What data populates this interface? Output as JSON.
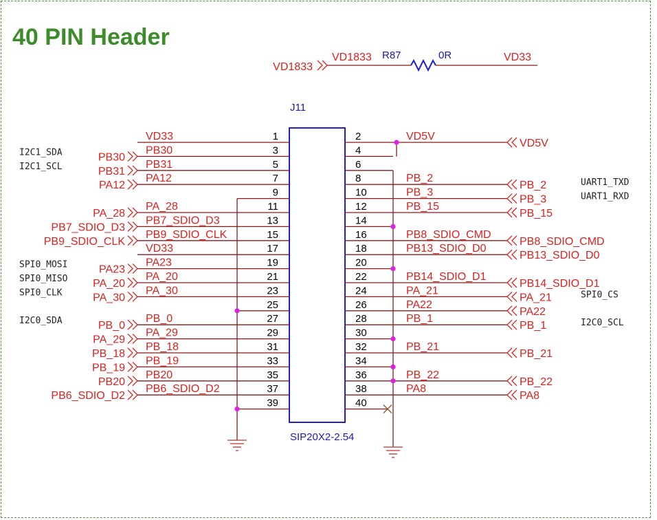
{
  "title": "40 PIN Header",
  "connector": {
    "ref": "J11",
    "part": "SIP20X2-2.54",
    "rows": [
      {
        "l_pin": "1",
        "l_net": "VD33",
        "l_port": "",
        "l_func": "",
        "r_pin": "2",
        "r_net": "VD5V",
        "r_port": "VD5V",
        "r_func": ""
      },
      {
        "l_pin": "3",
        "l_net": "PB30",
        "l_port": "PB30",
        "l_func": "I2C1_SDA",
        "r_pin": "4",
        "r_net": "",
        "r_port": "",
        "r_func": ""
      },
      {
        "l_pin": "5",
        "l_net": "PB31",
        "l_port": "PB31",
        "l_func": "I2C1_SCL",
        "r_pin": "6",
        "r_net": "",
        "r_port": "",
        "r_func": ""
      },
      {
        "l_pin": "7",
        "l_net": "PA12",
        "l_port": "PA12",
        "l_func": "",
        "r_pin": "8",
        "r_net": "PB_2",
        "r_port": "PB_2",
        "r_func": "UART1_TXD"
      },
      {
        "l_pin": "9",
        "l_net": "",
        "l_port": "",
        "l_func": "",
        "r_pin": "10",
        "r_net": "PB_3",
        "r_port": "PB_3",
        "r_func": "UART1_RXD"
      },
      {
        "l_pin": "11",
        "l_net": "PA_28",
        "l_port": "PA_28",
        "l_func": "",
        "r_pin": "12",
        "r_net": "PB_15",
        "r_port": "PB_15",
        "r_func": ""
      },
      {
        "l_pin": "13",
        "l_net": "PB7_SDIO_D3",
        "l_port": "PB7_SDIO_D3",
        "l_func": "",
        "r_pin": "14",
        "r_net": "",
        "r_port": "",
        "r_func": ""
      },
      {
        "l_pin": "15",
        "l_net": "PB9_SDIO_CLK",
        "l_port": "PB9_SDIO_CLK",
        "l_func": "",
        "r_pin": "16",
        "r_net": "PB8_SDIO_CMD",
        "r_port": "PB8_SDIO_CMD",
        "r_func": ""
      },
      {
        "l_pin": "17",
        "l_net": "VD33",
        "l_port": "",
        "l_func": "",
        "r_pin": "18",
        "r_net": "PB13_SDIO_D0",
        "r_port": "PB13_SDIO_D0",
        "r_func": ""
      },
      {
        "l_pin": "19",
        "l_net": "PA23",
        "l_port": "PA23",
        "l_func": "SPI0_MOSI",
        "r_pin": "20",
        "r_net": "",
        "r_port": "",
        "r_func": ""
      },
      {
        "l_pin": "21",
        "l_net": "PA_20",
        "l_port": "PA_20",
        "l_func": "SPI0_MISO",
        "r_pin": "22",
        "r_net": "PB14_SDIO_D1",
        "r_port": "PB14_SDIO_D1",
        "r_func": ""
      },
      {
        "l_pin": "23",
        "l_net": "PA_30",
        "l_port": "PA_30",
        "l_func": "SPI0_CLK",
        "r_pin": "24",
        "r_net": "PA_21",
        "r_port": "PA_21",
        "r_func": "SPI0_CS"
      },
      {
        "l_pin": "25",
        "l_net": "",
        "l_port": "",
        "l_func": "",
        "r_pin": "26",
        "r_net": "PA22",
        "r_port": "PA22",
        "r_func": ""
      },
      {
        "l_pin": "27",
        "l_net": "PB_0",
        "l_port": "PB_0",
        "l_func": "I2C0_SDA",
        "r_pin": "28",
        "r_net": "PB_1",
        "r_port": "PB_1",
        "r_func": "I2C0_SCL"
      },
      {
        "l_pin": "29",
        "l_net": "PA_29",
        "l_port": "PA_29",
        "l_func": "",
        "r_pin": "30",
        "r_net": "",
        "r_port": "",
        "r_func": ""
      },
      {
        "l_pin": "31",
        "l_net": "PB_18",
        "l_port": "PB_18",
        "l_func": "",
        "r_pin": "32",
        "r_net": "PB_21",
        "r_port": "PB_21",
        "r_func": ""
      },
      {
        "l_pin": "33",
        "l_net": "PB_19",
        "l_port": "PB_19",
        "l_func": "",
        "r_pin": "34",
        "r_net": "",
        "r_port": "",
        "r_func": ""
      },
      {
        "l_pin": "35",
        "l_net": "PB20",
        "l_port": "PB20",
        "l_func": "",
        "r_pin": "36",
        "r_net": "PB_22",
        "r_port": "PB_22",
        "r_func": ""
      },
      {
        "l_pin": "37",
        "l_net": "PB6_SDIO_D2",
        "l_port": "PB6_SDIO_D2",
        "l_func": "",
        "r_pin": "38",
        "r_net": "PA8",
        "r_port": "PA8",
        "r_func": ""
      },
      {
        "l_pin": "39",
        "l_net": "",
        "l_port": "",
        "l_func": "",
        "r_pin": "40",
        "r_net": "",
        "r_port": "",
        "r_func": ""
      }
    ]
  },
  "resistor": {
    "in_port": "VD1833",
    "in_net": "VD1833",
    "ref": "R87",
    "value": "0R",
    "out_net": "VD33"
  },
  "colors": {
    "title": "#3d8b2a",
    "net": "#e0201e",
    "wire": "#8b1a1a",
    "junction": "#e020e0",
    "ref": "#1a1ab0",
    "frame": "#4a9a3a"
  },
  "icons": [
    "ground-icon",
    "no-connect-icon",
    "resistor-icon",
    "port-arrow-icon",
    "junction-dot-icon"
  ]
}
